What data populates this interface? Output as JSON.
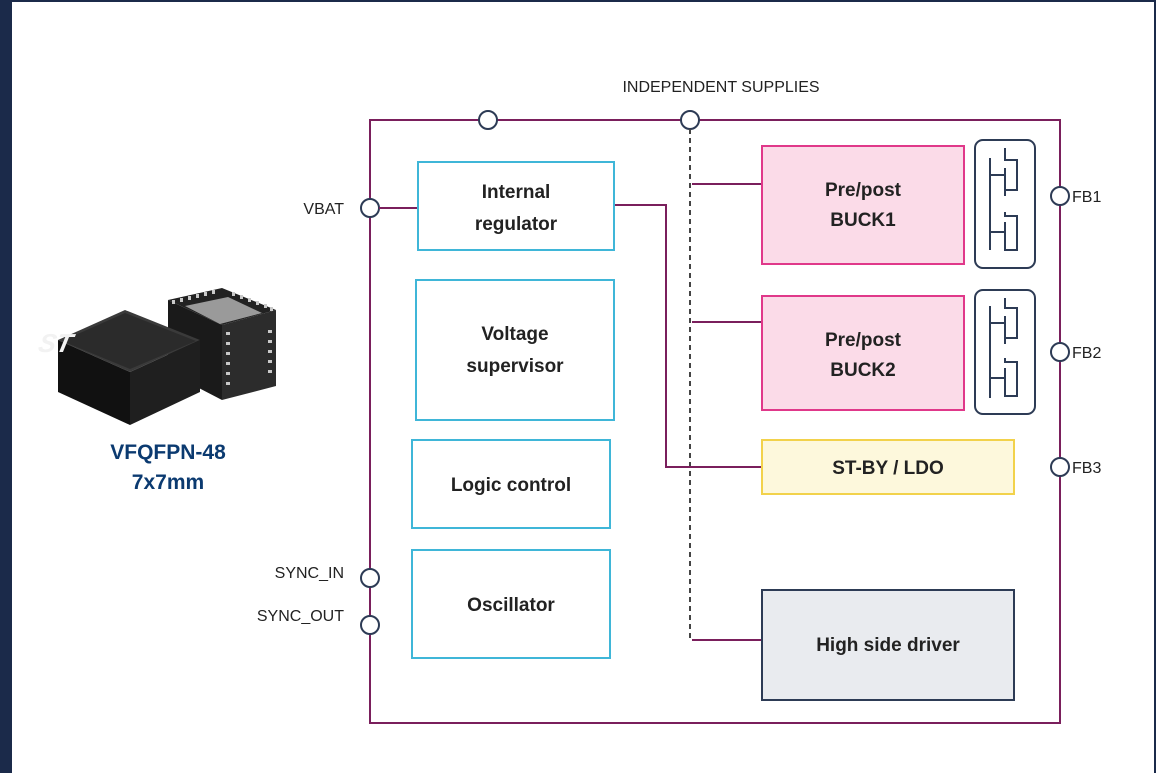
{
  "labels": {
    "independent_supplies": "INDEPENDENT SUPPLIES",
    "vbat": "VBAT",
    "sync_in": "SYNC_IN",
    "sync_out": "SYNC_OUT",
    "fb1": "FB1",
    "fb2": "FB2",
    "fb3": "FB3"
  },
  "blocks": {
    "internal_regulator": [
      "Internal",
      "regulator"
    ],
    "voltage_supervisor": [
      "Voltage",
      "supervisor"
    ],
    "logic_control": "Logic control",
    "oscillator": "Oscillator",
    "buck1": [
      "Pre/post",
      "BUCK1"
    ],
    "buck2": [
      "Pre/post",
      "BUCK2"
    ],
    "stby_ldo": "ST-BY / LDO",
    "high_side_driver": "High side driver"
  },
  "package": {
    "name": "VFQFPN-48",
    "size": "7x7mm",
    "logo_text": "ST"
  },
  "colors": {
    "outline": "#7a1f5c",
    "frame": "#1b2a4a",
    "control_block_border": "#3fb6d8",
    "buck_fill": "#fbdbe8",
    "buck_border": "#e0388a",
    "ldo_fill": "#fdf8dc",
    "ldo_border": "#f2d24b",
    "driver_fill": "#e9ebef",
    "driver_border": "#2d3b55",
    "package_text": "#0b3a70"
  }
}
